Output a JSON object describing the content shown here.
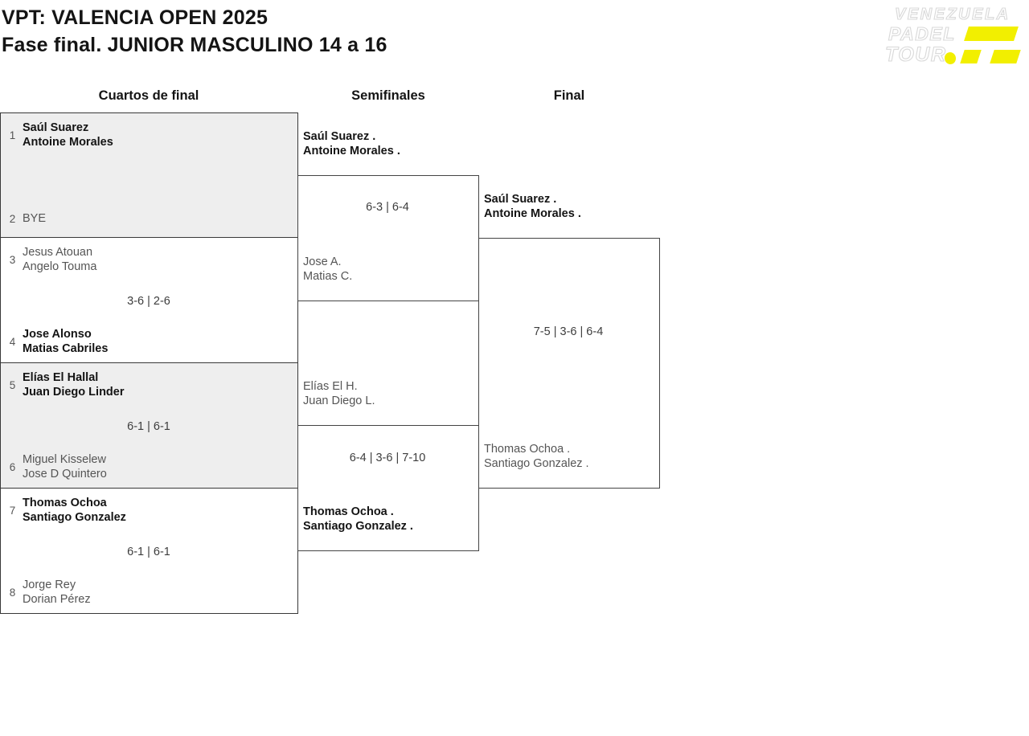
{
  "header": {
    "title": "VPT: VALENCIA OPEN 2025",
    "subtitle": "Fase final. JUNIOR MASCULINO 14 a 16"
  },
  "logo": {
    "line1": "VENEZUELA",
    "line2": "PADEL",
    "line3": "TOUR",
    "accent_color": "#f2ef00"
  },
  "columns": {
    "quarterfinals": "Cuartos de final",
    "semifinals": "Semifinales",
    "final": "Final"
  },
  "bracket": {
    "quarterfinals": [
      {
        "score": "",
        "teamA": {
          "seed": "1",
          "line1": "Saúl Suarez",
          "line2": "Antoine Morales",
          "winner": true
        },
        "teamB": {
          "seed": "2",
          "line1": "BYE",
          "line2": "",
          "winner": false
        }
      },
      {
        "score": "3-6 | 2-6",
        "teamA": {
          "seed": "3",
          "line1": "Jesus Atouan",
          "line2": "Angelo Touma",
          "winner": false
        },
        "teamB": {
          "seed": "4",
          "line1": "Jose Alonso",
          "line2": "Matias Cabriles",
          "winner": true
        }
      },
      {
        "score": "6-1 | 6-1",
        "teamA": {
          "seed": "5",
          "line1": "Elías El Hallal",
          "line2": "Juan Diego Linder",
          "winner": true
        },
        "teamB": {
          "seed": "6",
          "line1": "Miguel Kisselew",
          "line2": "Jose D Quintero",
          "winner": false
        }
      },
      {
        "score": "6-1 | 6-1",
        "teamA": {
          "seed": "7",
          "line1": "Thomas Ochoa",
          "line2": "Santiago Gonzalez",
          "winner": true
        },
        "teamB": {
          "seed": "8",
          "line1": "Jorge Rey",
          "line2": "Dorian Pérez",
          "winner": false
        }
      }
    ],
    "semifinals": [
      {
        "score": "6-3 | 6-4",
        "teamA": {
          "line1": "Saúl Suarez .",
          "line2": "Antoine Morales .",
          "winner": true
        },
        "teamB": {
          "line1": "Jose A.",
          "line2": "Matias C.",
          "winner": false
        }
      },
      {
        "score": "6-4 | 3-6 | 7-10",
        "teamA": {
          "line1": "Elías El H.",
          "line2": "Juan Diego L.",
          "winner": false
        },
        "teamB": {
          "line1": "Thomas Ochoa .",
          "line2": "Santiago Gonzalez .",
          "winner": true
        }
      }
    ],
    "final": {
      "score": "7-5 | 3-6 | 6-4",
      "teamA": {
        "line1": "Saúl Suarez .",
        "line2": "Antoine Morales .",
        "winner": true
      },
      "teamB": {
        "line1": "Thomas Ochoa .",
        "line2": "Santiago Gonzalez .",
        "winner": false
      }
    }
  }
}
